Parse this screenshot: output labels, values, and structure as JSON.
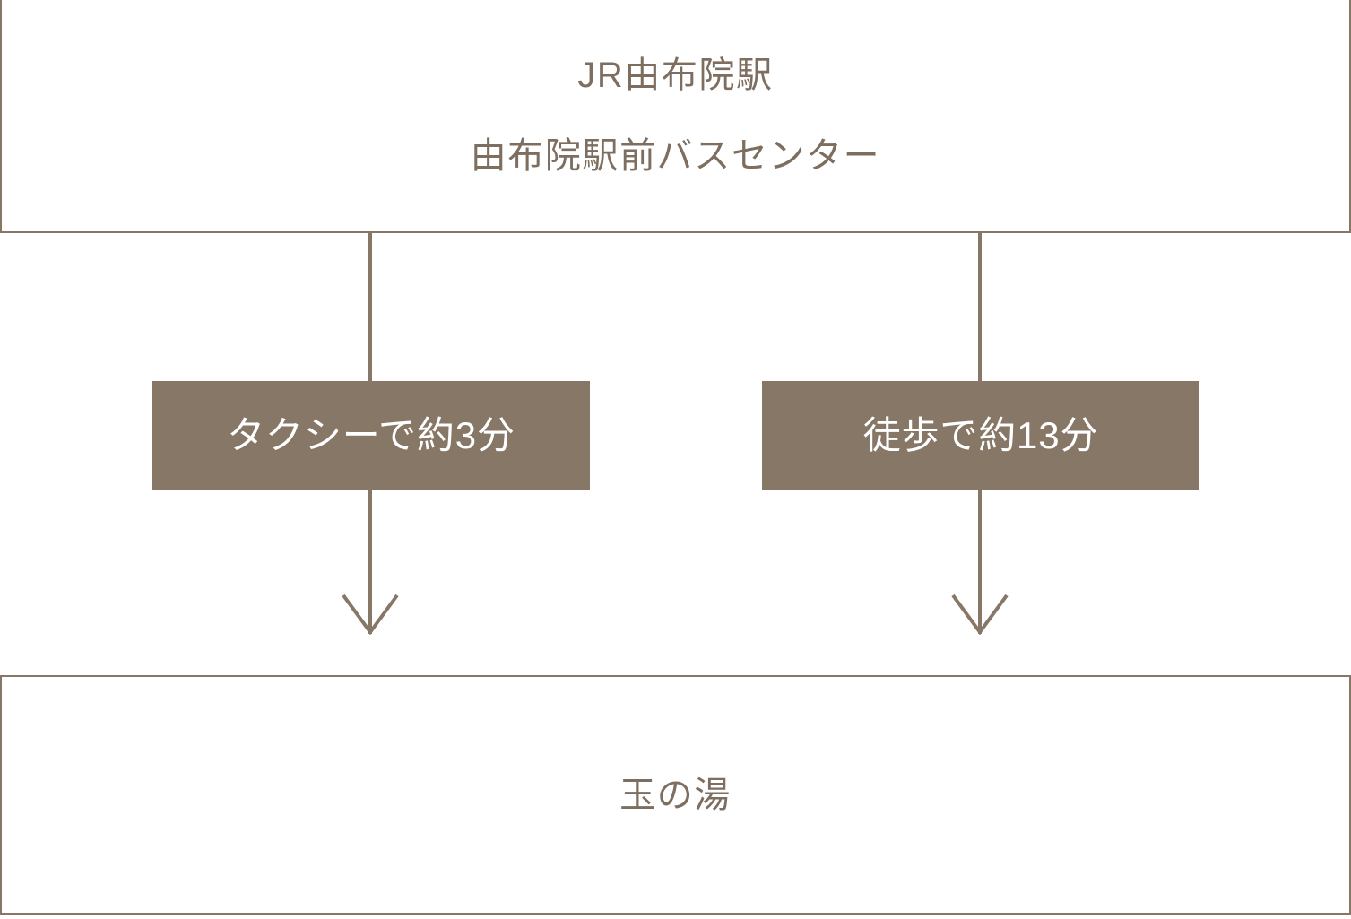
{
  "diagram": {
    "title_origin_primary": "JR由布院駅",
    "title_origin_secondary": "由布院駅前バスセンター",
    "destination_label": "玉の湯",
    "routes": [
      {
        "id": "taxi",
        "mode_label": "タクシーで約3分",
        "mode": "taxi",
        "duration_minutes": 3
      },
      {
        "id": "walk",
        "mode_label": "徒歩で約13分",
        "mode": "walk",
        "duration_minutes": 13
      }
    ],
    "colors": {
      "accent": "#877767",
      "text": "#7d6e60",
      "mode_text": "#ffffff",
      "background": "#ffffff"
    },
    "icons": {
      "arrow_left": "arrow-down-icon",
      "arrow_right": "arrow-down-icon"
    }
  }
}
